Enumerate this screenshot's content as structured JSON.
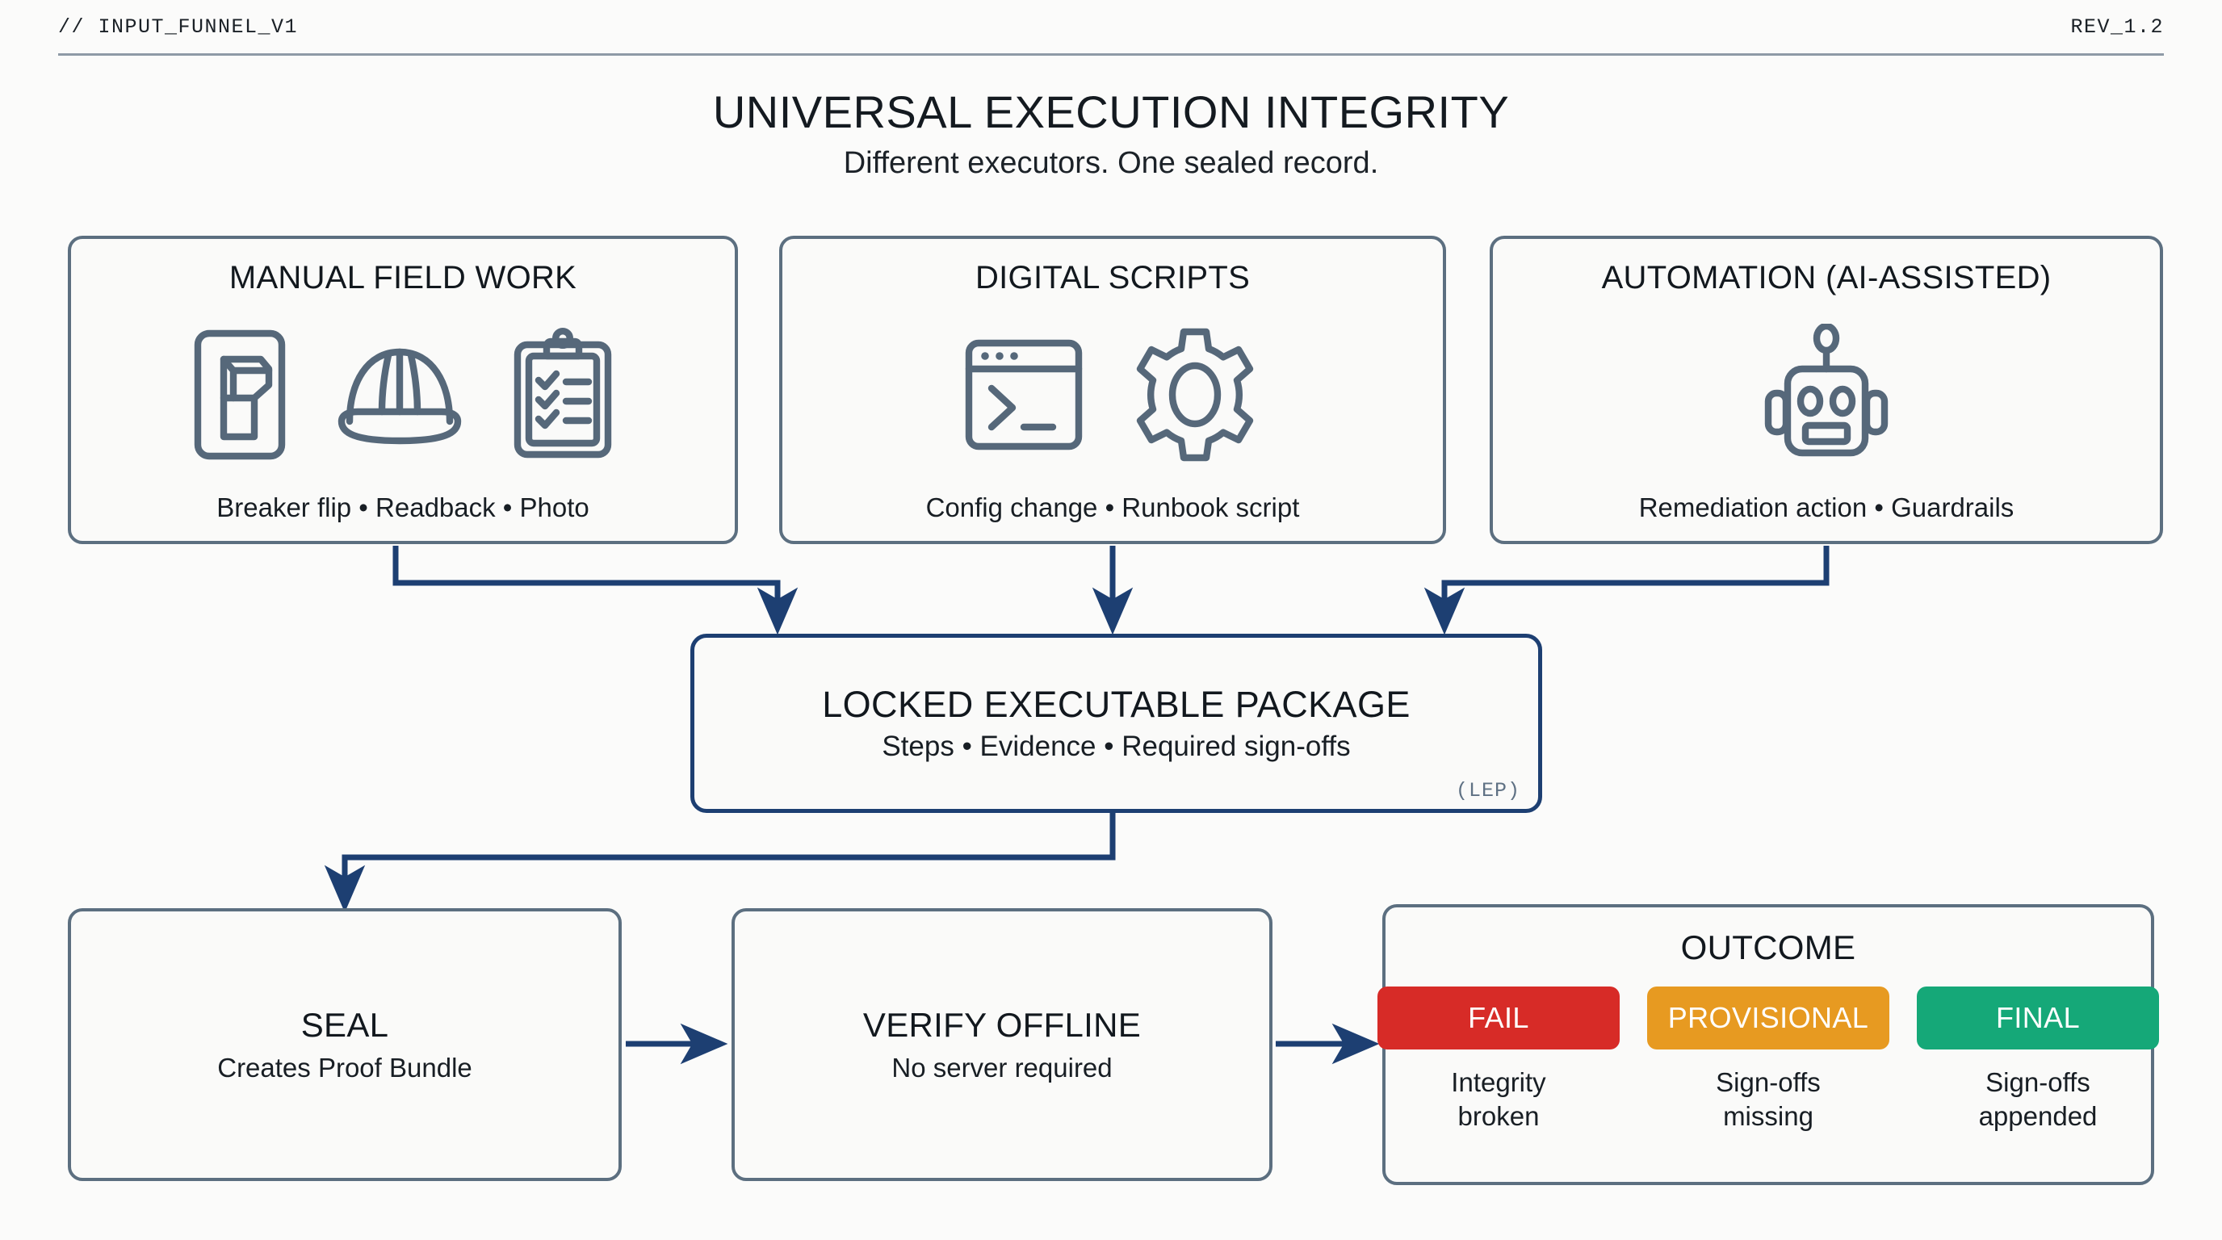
{
  "header": {
    "left_tag": "// INPUT_FUNNEL_V1",
    "right_tag": "REV_1.2"
  },
  "title": "UNIVERSAL EXECUTION INTEGRITY",
  "subtitle": "Different executors. One sealed record.",
  "sources": [
    {
      "title": "MANUAL FIELD WORK",
      "caption": "Breaker flip • Readback • Photo",
      "icons": [
        "toggle-switch-icon",
        "hard-hat-icon",
        "clipboard-checklist-icon"
      ]
    },
    {
      "title": "DIGITAL SCRIPTS",
      "caption": "Config change • Runbook script",
      "icons": [
        "terminal-window-icon",
        "gear-icon"
      ]
    },
    {
      "title": "AUTOMATION (AI-ASSISTED)",
      "caption": "Remediation action • Guardrails",
      "icons": [
        "robot-head-icon"
      ]
    }
  ],
  "lep": {
    "title": "LOCKED EXECUTABLE PACKAGE",
    "subtitle": "Steps • Evidence • Required sign-offs",
    "tag": "(LEP)"
  },
  "steps": [
    {
      "title": "SEAL",
      "subtitle": "Creates Proof Bundle"
    },
    {
      "title": "VERIFY OFFLINE",
      "subtitle": "No server required"
    }
  ],
  "outcome": {
    "title": "OUTCOME",
    "items": [
      {
        "badge": "FAIL",
        "color": "#d72b27",
        "line1": "Integrity",
        "line2": "broken"
      },
      {
        "badge": "PROVISIONAL",
        "color": "#e79a21",
        "line1": "Sign-offs",
        "line2": "missing"
      },
      {
        "badge": "FINAL",
        "color": "#15a878",
        "line1": "Sign-offs",
        "line2": "appended"
      }
    ]
  },
  "colors": {
    "page_background": "#fbfbfa",
    "box_border": "#5c6f80",
    "accent_navy": "#1d3f72",
    "icon_stroke": "#56687a",
    "rule": "#8e9aa6"
  }
}
